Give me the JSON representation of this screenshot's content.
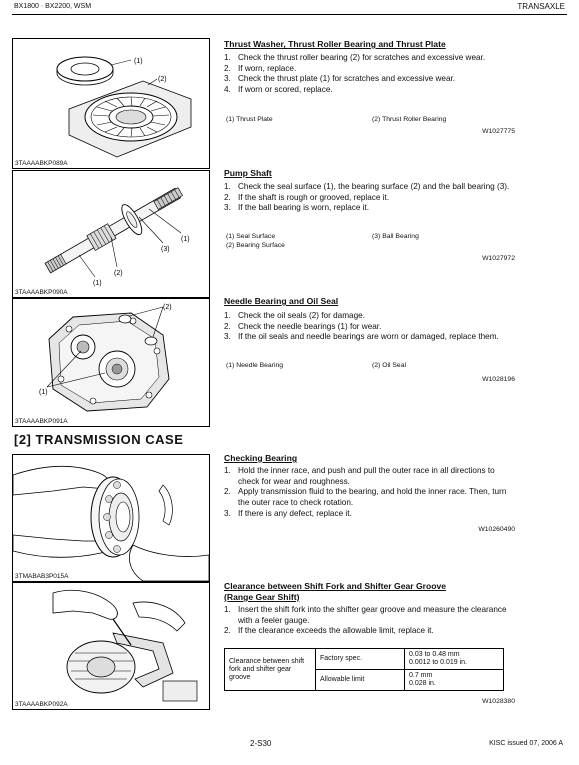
{
  "header": {
    "left": "BX1800 · BX2200, WSM",
    "right": "TRANSAXLE"
  },
  "sections": [
    {
      "title": "Thrust Washer, Thrust Roller Bearing and Thrust Plate",
      "steps": [
        {
          "n": "1.",
          "text": "Check the thrust roller bearing (2) for scratches and excessive wear."
        },
        {
          "n": "2.",
          "text": "If worn, replace."
        },
        {
          "n": "3.",
          "text": "Check the thrust plate (1) for scratches and excessive wear."
        },
        {
          "n": "4.",
          "text": "If worn or scored, replace."
        }
      ],
      "legend": [
        [
          "(1) Thrust Plate",
          "(2) Thrust Roller Bearing"
        ]
      ],
      "code": "W1027775",
      "figure_code": "3TAAAABKP089A",
      "callouts": [
        "(1)",
        "(2)"
      ]
    },
    {
      "title": "Pump Shaft",
      "steps": [
        {
          "n": "1.",
          "text": "Check the seal surface (1), the bearing surface (2) and the ball bearing (3)."
        },
        {
          "n": "2.",
          "text": "If the shaft is rough or grooved, replace it."
        },
        {
          "n": "3.",
          "text": "If the ball bearing is worn, replace it."
        }
      ],
      "legend": [
        [
          "(1) Seal Surface",
          "(3) Ball Bearing"
        ],
        [
          "(2) Bearing Surface",
          ""
        ]
      ],
      "code": "W1027972",
      "figure_code": "3TAAAABKP090A",
      "callouts": [
        "(1)",
        "(2)",
        "(3)",
        "(1)"
      ]
    },
    {
      "title": "Needle Bearing and Oil Seal",
      "steps": [
        {
          "n": "1.",
          "text": "Check the oil seals (2) for damage."
        },
        {
          "n": "2.",
          "text": "Check the needle bearings (1) for wear."
        },
        {
          "n": "3.",
          "text": "If the oil seals and needle bearings are worn or damaged, replace them."
        }
      ],
      "legend": [
        [
          "(1) Needle Bearing",
          "(2) Oil Seal"
        ]
      ],
      "code": "W1028196",
      "figure_code": "3TAAAABKP091A",
      "callouts": [
        "(2)",
        "(1)"
      ]
    },
    {
      "title": "Checking Bearing",
      "steps": [
        {
          "n": "1.",
          "text": "Hold the inner race, and push and pull the outer race in all directions to check for wear and roughness."
        },
        {
          "n": "2.",
          "text": "Apply transmission fluid to the bearing, and hold the inner race. Then, turn the outer race to check rotation."
        },
        {
          "n": "3.",
          "text": "If there is any defect, replace it."
        }
      ],
      "code": "W10260490",
      "figure_code": "3TMABAB3P015A"
    },
    {
      "title": "Clearance between Shift Fork and Shifter Gear Groove",
      "title2": "(Range Gear Shift)",
      "steps": [
        {
          "n": "1.",
          "text": "Insert the shift fork into the shifter gear groove and measure the clearance with a feeler gauge."
        },
        {
          "n": "2.",
          "text": "If the clearance exceeds the allowable limit, replace it."
        }
      ],
      "table": {
        "label": "Clearance between shift fork and shifter gear groove",
        "rows": [
          {
            "name": "Factory spec.",
            "v1": "0.03 to 0.48 mm",
            "v2": "0.0012 to 0.019 in."
          },
          {
            "name": "Allowable limit",
            "v1": "0.7 mm",
            "v2": "0.028 in."
          }
        ]
      },
      "code": "W1028380",
      "figure_code": "3TAAAABKP092A"
    }
  ],
  "section_heading": "[2] TRANSMISSION CASE",
  "footer": {
    "page": "2-S30",
    "issued": "KISC issued 07, 2006 A"
  }
}
